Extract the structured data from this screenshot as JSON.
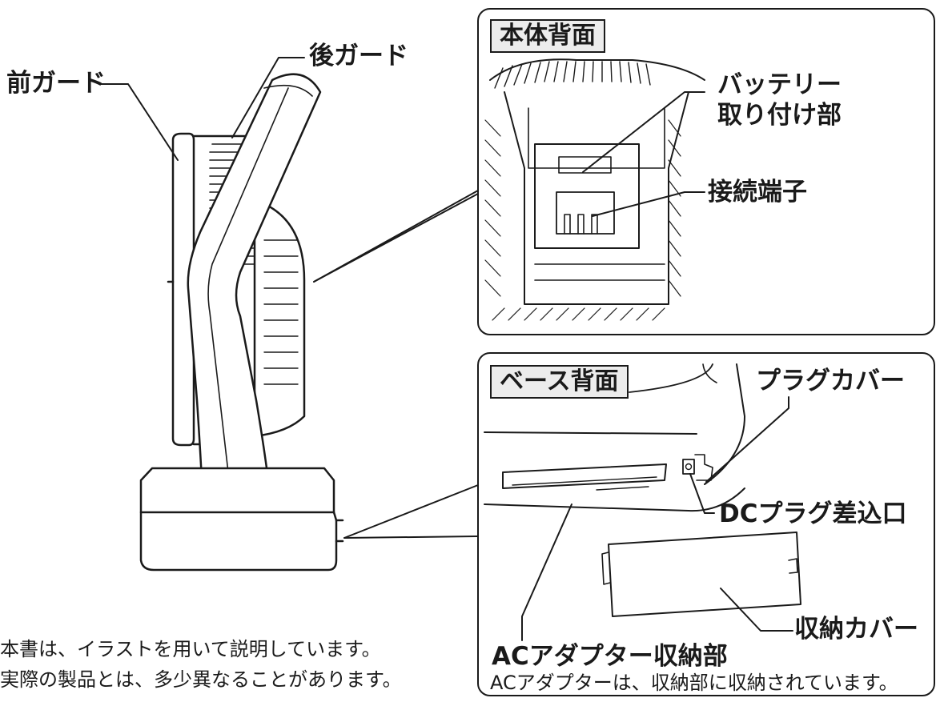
{
  "main_labels": {
    "front_guard": "前ガード",
    "rear_guard": "後ガード"
  },
  "panel_body_back": {
    "title": "本体背面",
    "battery_mount_line1": "バッテリー",
    "battery_mount_line2": "取り付け部",
    "terminal": "接続端子"
  },
  "panel_base_back": {
    "title": "ベース背面",
    "plug_cover": "プラグカバー",
    "dc_inlet": "DCプラグ差込口",
    "adapter_storage": "ACアダプター収納部",
    "storage_cover": "収納カバー",
    "storage_note": "ACアダプターは、収納部に収納されています。"
  },
  "footnote": {
    "line1": "本書は、イラストを用いて説明しています。",
    "line2": "実際の製品とは、多少異なることがあります。"
  },
  "colors": {
    "ink": "#1a1a1a",
    "title_fill": "#ececec"
  }
}
